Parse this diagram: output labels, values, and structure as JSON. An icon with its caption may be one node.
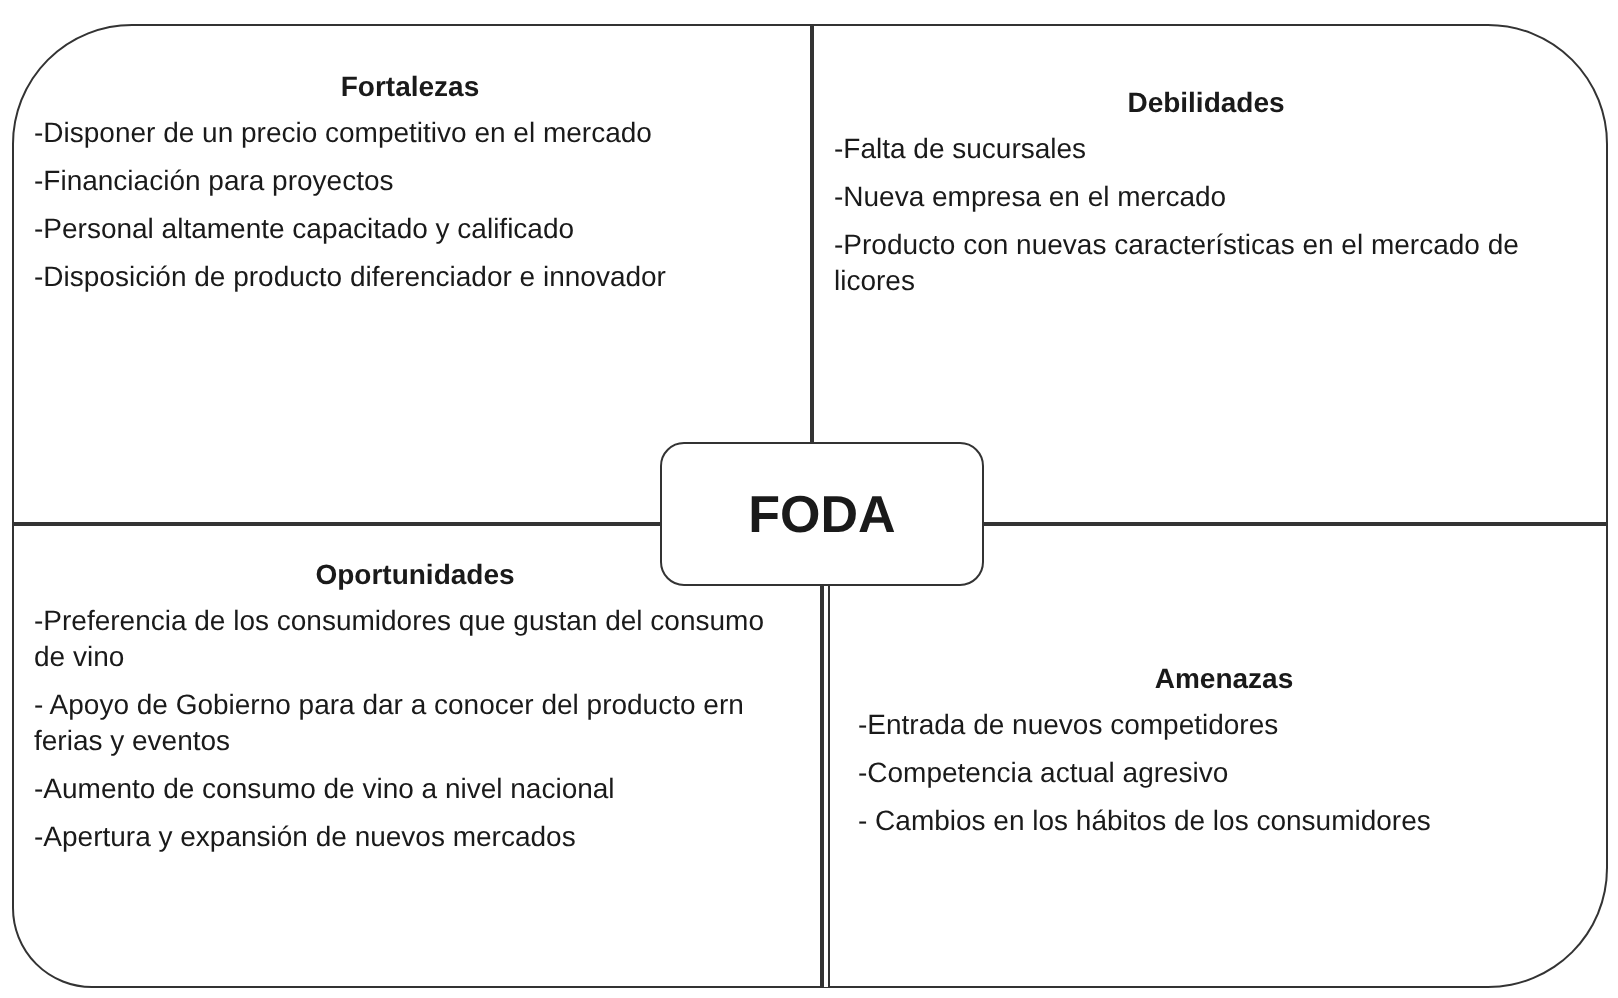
{
  "diagram": {
    "nodes": [
      {
        "text": [
          "Fortalezas",
          "-Disponer de un precio competitivo en el mercado",
          "-Financiación para proyectos",
          "-Personal altamente capacitado y calificado",
          "-Disposición de producto diferenciador e innovador"
        ]
      },
      {
        "text": [
          "Debilidades",
          "-Falta de sucursales",
          "-Nueva empresa en el mercado",
          "-Producto con nuevas características en el mercado de licores"
        ]
      },
      {
        "text": [
          "FODA"
        ]
      },
      {
        "text": [
          "Oportunidades",
          "-Preferencia de los consumidores que gustan del consumo de vino",
          "- Apoyo de Gobierno para dar a conocer del producto ern ferias y eventos",
          "-Aumento de consumo de vino a nivel nacional",
          "-Apertura y expansión de nuevos mercados"
        ]
      },
      {
        "text": [
          "Amenazas",
          "-Entrada de nuevos competidores",
          "-Competencia actual agresivo",
          "- Cambios en los hábitos de los consumidores"
        ]
      }
    ]
  }
}
